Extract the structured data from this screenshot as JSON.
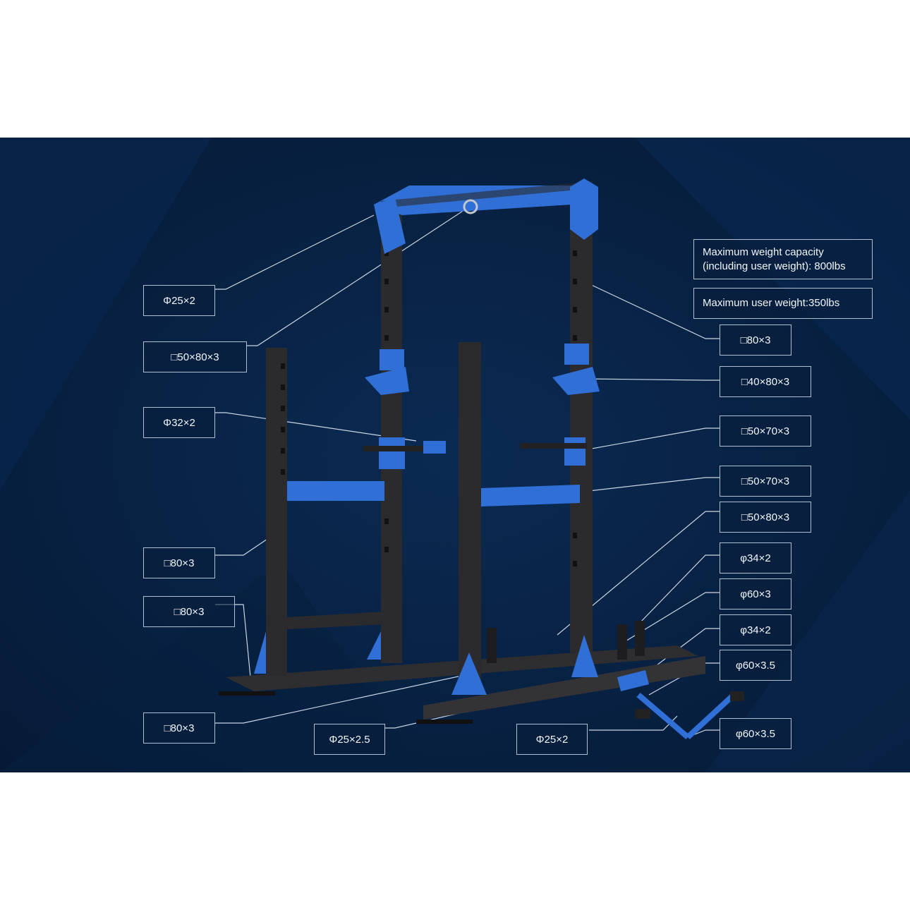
{
  "notes": [
    {
      "id": "max-capacity",
      "text_line1": "Maximum weight capacity",
      "text_line2": "(including user weight): 800lbs"
    },
    {
      "id": "max-user",
      "text": "Maximum user weight:350lbs"
    }
  ],
  "labels": {
    "l1": "Φ25×2",
    "l2": "□50×80×3",
    "l3": "Φ32×2",
    "l4": "□80×3",
    "l5": "□80×3",
    "l6": "□80×3",
    "l7": "Φ25×2.5",
    "l8": "Φ25×2",
    "r1": "□80×3",
    "r2": "□40×80×3",
    "r3": "□50×70×3",
    "r4": "□50×70×3",
    "r5": "□50×80×3",
    "r6": "φ34×2",
    "r7": "φ60×3",
    "r8": "φ34×2",
    "r9": "φ60×3.5",
    "r10": "φ60×3.5"
  },
  "colors": {
    "background": "#082244",
    "frame": "#2b2b2e",
    "accent": "#2f6fd6",
    "label_border": "#aebfd4"
  }
}
